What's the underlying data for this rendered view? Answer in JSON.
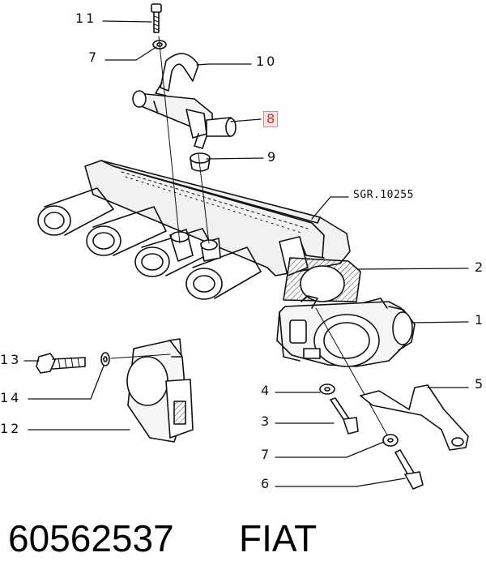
{
  "diagram": {
    "reference": "SGR.10255",
    "callouts": {
      "c11": "11",
      "c7a": "7",
      "c10": "10",
      "c8": "8",
      "c9": "9",
      "c2": "2",
      "c1": "1",
      "c13": "13",
      "c14": "14",
      "c12": "12",
      "c4": "4",
      "c3": "3",
      "c7b": "7",
      "c6": "6",
      "c5": "5"
    },
    "highlighted": "8",
    "highlight_color": "#c0392b"
  },
  "footer": {
    "part_number": "60562537",
    "brand": "FIAT"
  }
}
